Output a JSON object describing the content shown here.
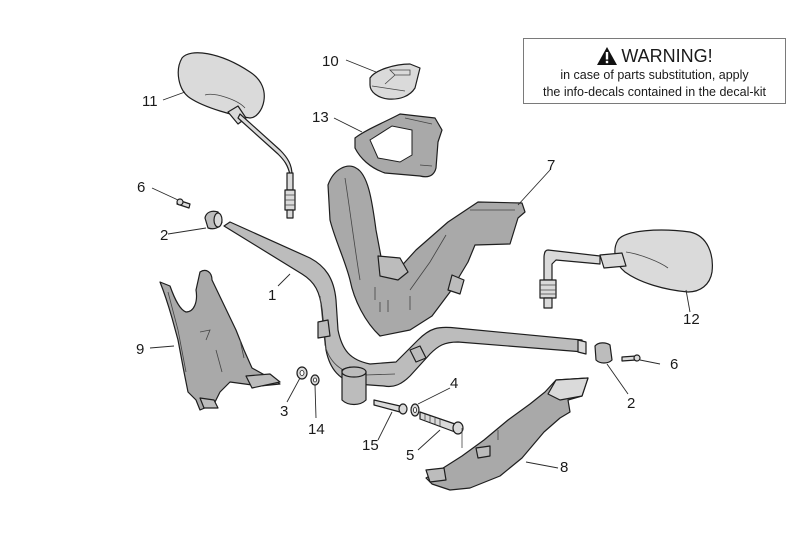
{
  "title": "Handlebar and controls - exploded parts diagram",
  "warning": {
    "icon": "warning-triangle-icon",
    "title": "WARNING!",
    "lines": [
      "in case of parts substitution, apply",
      "the info-decals contained in the decal-kit"
    ]
  },
  "callouts": {
    "c1": "1",
    "c2a": "2",
    "c2b": "2",
    "c3": "3",
    "c4": "4",
    "c5": "5",
    "c6a": "6",
    "c6b": "6",
    "c7": "7",
    "c8": "8",
    "c9": "9",
    "c10": "10",
    "c11": "11",
    "c12": "12",
    "c13": "13",
    "c14": "14",
    "c15": "15"
  },
  "parts": [
    {
      "ref": "1",
      "name": "handlebar"
    },
    {
      "ref": "2",
      "name": "handlebar end weight"
    },
    {
      "ref": "3",
      "name": "washer"
    },
    {
      "ref": "4",
      "name": "washer"
    },
    {
      "ref": "5",
      "name": "screw"
    },
    {
      "ref": "6",
      "name": "screw"
    },
    {
      "ref": "7",
      "name": "handlebar cover"
    },
    {
      "ref": "8",
      "name": "right lower cover"
    },
    {
      "ref": "9",
      "name": "left lower cover"
    },
    {
      "ref": "10",
      "name": "cap"
    },
    {
      "ref": "11",
      "name": "left mirror"
    },
    {
      "ref": "12",
      "name": "right mirror"
    },
    {
      "ref": "13",
      "name": "instrument frame"
    },
    {
      "ref": "14",
      "name": "washer"
    },
    {
      "ref": "15",
      "name": "screw"
    }
  ]
}
